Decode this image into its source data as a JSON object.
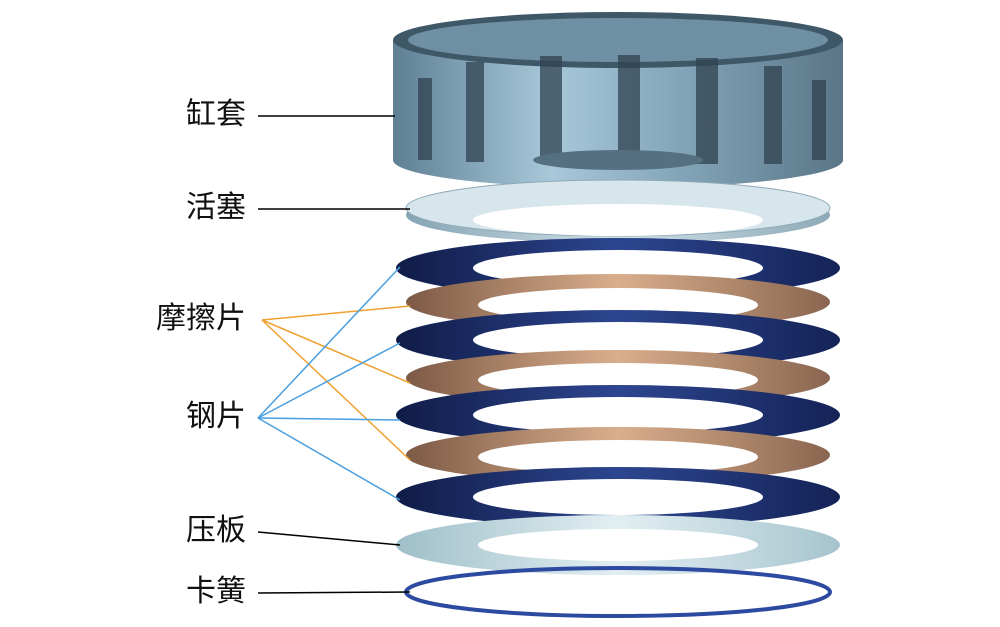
{
  "labels": {
    "cylinder": "缸套",
    "piston": "活塞",
    "friction": "摩擦片",
    "steel": "钢片",
    "pressure_plate": "压板",
    "snap_ring": "卡簧"
  },
  "colors": {
    "leader_black": "#000000",
    "leader_blue": "#4a9fe0",
    "leader_orange": "#f0a030",
    "steel_disc": "#1b2f6e",
    "friction_disc": "#b07a55",
    "cylinder": "#7fa3b8",
    "piston": "#a9c3cf",
    "pressure_plate": "#b9d4dc",
    "snap_ring": "#2c4aa0"
  }
}
